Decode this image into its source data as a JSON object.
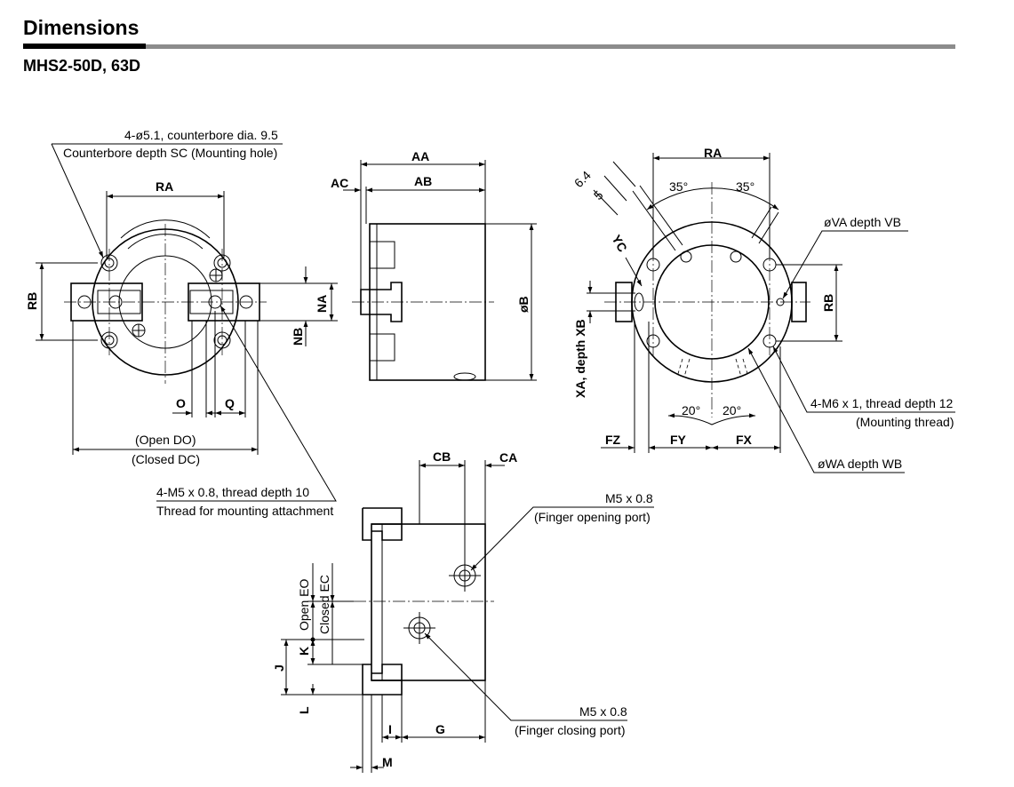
{
  "header": {
    "title": "Dimensions",
    "model": "MHS2-50D, 63D"
  },
  "front_view": {
    "dims": {
      "RA": "RA",
      "RB": "RB",
      "NA": "NA",
      "NB": "NB",
      "O": "O",
      "Q": "Q"
    },
    "mounting_hole_note": {
      "line1": "4-ø5.1, counterbore dia. 9.5",
      "line2_pre": "Counterbore depth ",
      "line2_bold": "SC",
      "line2_post": " (Mounting hole)"
    },
    "open_label": {
      "pre": "(Open ",
      "bold": "DO",
      "post": ")"
    },
    "closed_label": {
      "pre": "(Closed ",
      "bold": "DC",
      "post": ")"
    },
    "thread_note": {
      "line1": "4-M5 x 0.8, thread depth 10",
      "line2": "Thread for mounting attachment"
    }
  },
  "side_view": {
    "dims": {
      "AA": "AA",
      "AB": "AB",
      "AC": "AC",
      "B": "øB"
    }
  },
  "rear_view": {
    "dims": {
      "RA": "RA",
      "RB": "RB",
      "YC": "YC",
      "FZ": "FZ",
      "FY": "FY",
      "FX": "FX",
      "XAXB": "XA, depth XB",
      "d64": "6.4",
      "d5": "5"
    },
    "angles": {
      "a1": "35°",
      "a2": "35°",
      "a3": "20°",
      "a4": "20°"
    },
    "va_note": {
      "pre": "ø",
      "b1": "VA",
      "mid": "  depth ",
      "b2": "VB"
    },
    "thread_note": {
      "line1": "4-M6 x 1, thread depth 12",
      "line2": "(Mounting thread)"
    },
    "wa_note": {
      "pre": "ø",
      "b1": "WA",
      "mid": " depth ",
      "b2": "WB"
    }
  },
  "bottom_view": {
    "dims": {
      "CB": "CB",
      "CA": "CA",
      "G": "G",
      "I": "I",
      "M": "M",
      "J": "J",
      "K": "K",
      "L": "L"
    },
    "open_eo": {
      "pre": "Open ",
      "bold": "EO"
    },
    "closed_ec": {
      "pre": "Closed ",
      "bold": "EC"
    },
    "opening_port": {
      "line1": "M5 x 0.8",
      "line2": "(Finger opening port)"
    },
    "closing_port": {
      "line1": "M5 x 0.8",
      "line2": "(Finger closing port)"
    }
  }
}
